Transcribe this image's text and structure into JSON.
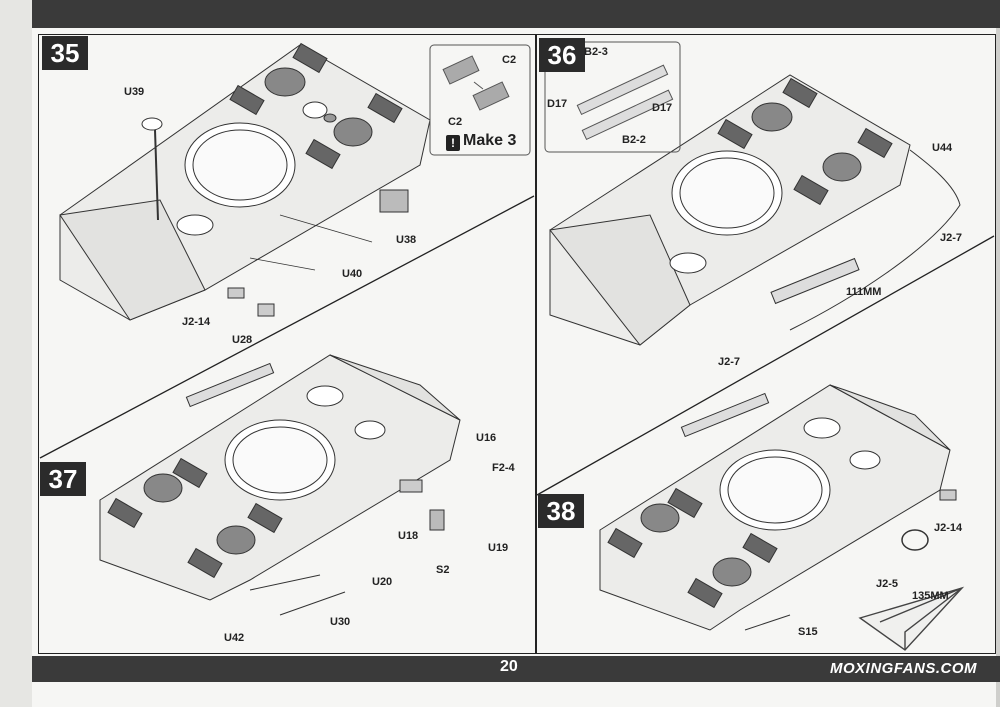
{
  "page_number": "20",
  "watermark": "MOXINGFANS.COM",
  "steps": {
    "s35": {
      "number": "35",
      "labels": {
        "u39": "U39",
        "u38": "U38",
        "u40": "U40",
        "j2_14": "J2-14",
        "u28": "U28",
        "c2a": "C2",
        "c2b": "C2"
      },
      "make_text": "Make 3",
      "make_icon": "!"
    },
    "s36": {
      "number": "36",
      "labels": {
        "b2_3": "B2-3",
        "d17a": "D17",
        "d17b": "D17",
        "b2_2": "B2-2",
        "u44": "U44",
        "j2_7a": "J2-7",
        "mm111": "111MM",
        "j2_7b": "J2-7"
      }
    },
    "s37": {
      "number": "37",
      "labels": {
        "u16": "U16",
        "f2_4": "F2-4",
        "u18": "U18",
        "u19": "U19",
        "s2": "S2",
        "u20": "U20",
        "u30": "U30",
        "u42": "U42"
      }
    },
    "s38": {
      "number": "38",
      "labels": {
        "j2_14": "J2-14",
        "j2_5": "J2-5",
        "mm135": "135MM",
        "s15": "S15"
      }
    }
  },
  "icons": [
    "paper-plane-logo-icon",
    "exclamation-icon"
  ]
}
